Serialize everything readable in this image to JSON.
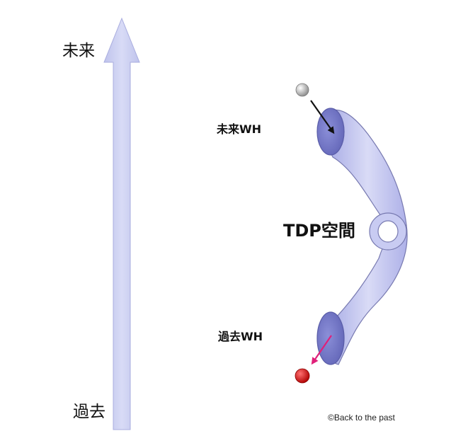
{
  "timeline": {
    "future_label": "未来",
    "past_label": "過去"
  },
  "wormholes": {
    "future_wh_label": "未来WH",
    "past_wh_label": "過去WH",
    "tdp_label": "TDP空間"
  },
  "copyright": "©Back to the past",
  "colors": {
    "arrow_fill": "#cdd0f0",
    "tube_fill": "#b8bbee",
    "tube_edge": "#7779b0",
    "in_arrow": "#111111",
    "out_arrow": "#e0207a",
    "ball_in": "#bbbbbb",
    "ball_out": "#dd0000"
  }
}
